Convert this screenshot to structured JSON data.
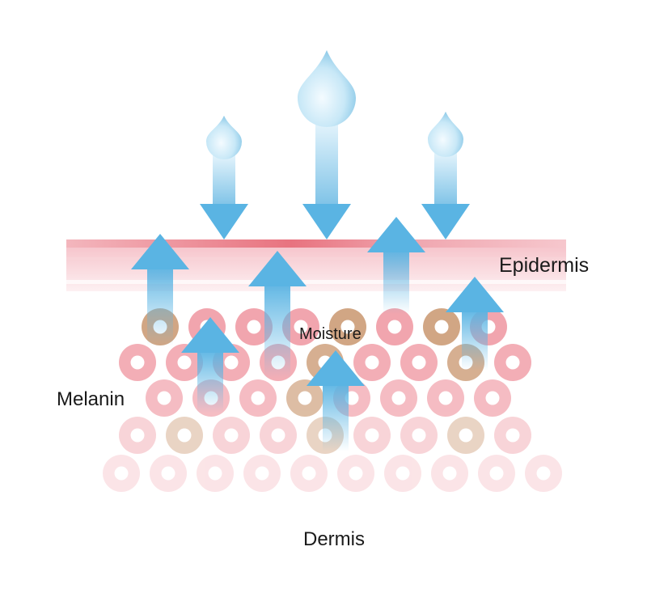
{
  "labels": {
    "epidermis": "Epidermis",
    "melanin": "Melanin",
    "moisture": "Moisture",
    "dermis": "Dermis"
  },
  "colors": {
    "cell_pink": "#f1a1aa",
    "cell_brown": "#cfa27e",
    "epidermis_band": "#e8737f",
    "moisture_blue": "#5ab4e3",
    "droplet_light": "#dff2fb",
    "droplet_dark": "#8fcbea"
  }
}
